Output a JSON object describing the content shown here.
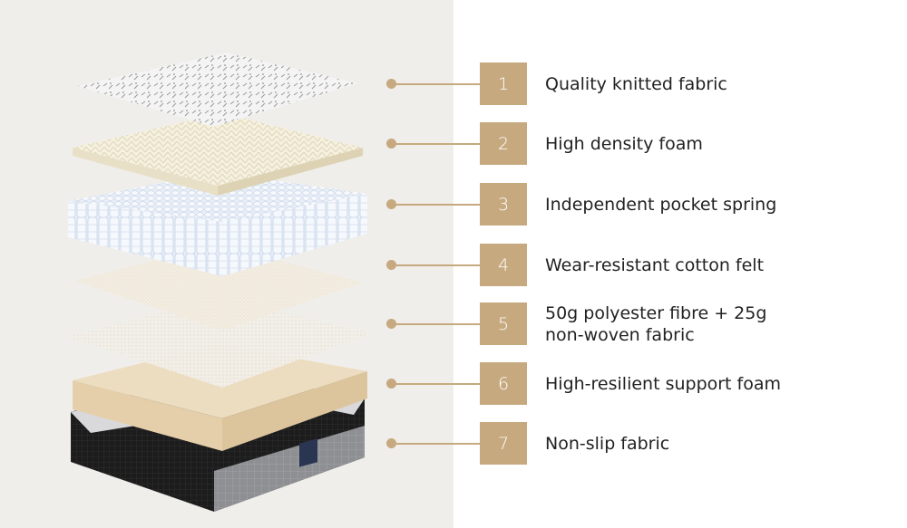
{
  "colors": {
    "left_panel_bg": "#f0eeea",
    "right_panel_bg": "#ffffff",
    "accent": "#c6a97f",
    "text": "#222222"
  },
  "layers": [
    {
      "number": "1",
      "label": "Quality knitted fabric",
      "line2": ""
    },
    {
      "number": "2",
      "label": "High density foam",
      "line2": ""
    },
    {
      "number": "3",
      "label": "Independent pocket spring",
      "line2": ""
    },
    {
      "number": "4",
      "label": "Wear-resistant cotton felt",
      "line2": ""
    },
    {
      "number": "5",
      "label": "50g polyester fibre + 25g",
      "line2": "non-woven fabric"
    },
    {
      "number": "6",
      "label": "High-resilient support foam",
      "line2": ""
    },
    {
      "number": "7",
      "label": "Non-slip fabric",
      "line2": ""
    }
  ],
  "illustration": {
    "description": "Exploded view of mattress layers",
    "layer_icons": [
      "knitted-fabric-layer",
      "egg-crate-foam-layer",
      "pocket-spring-layer",
      "cotton-felt-layer",
      "polyester-fibre-layer",
      "support-foam-layer",
      "mattress-base"
    ]
  }
}
